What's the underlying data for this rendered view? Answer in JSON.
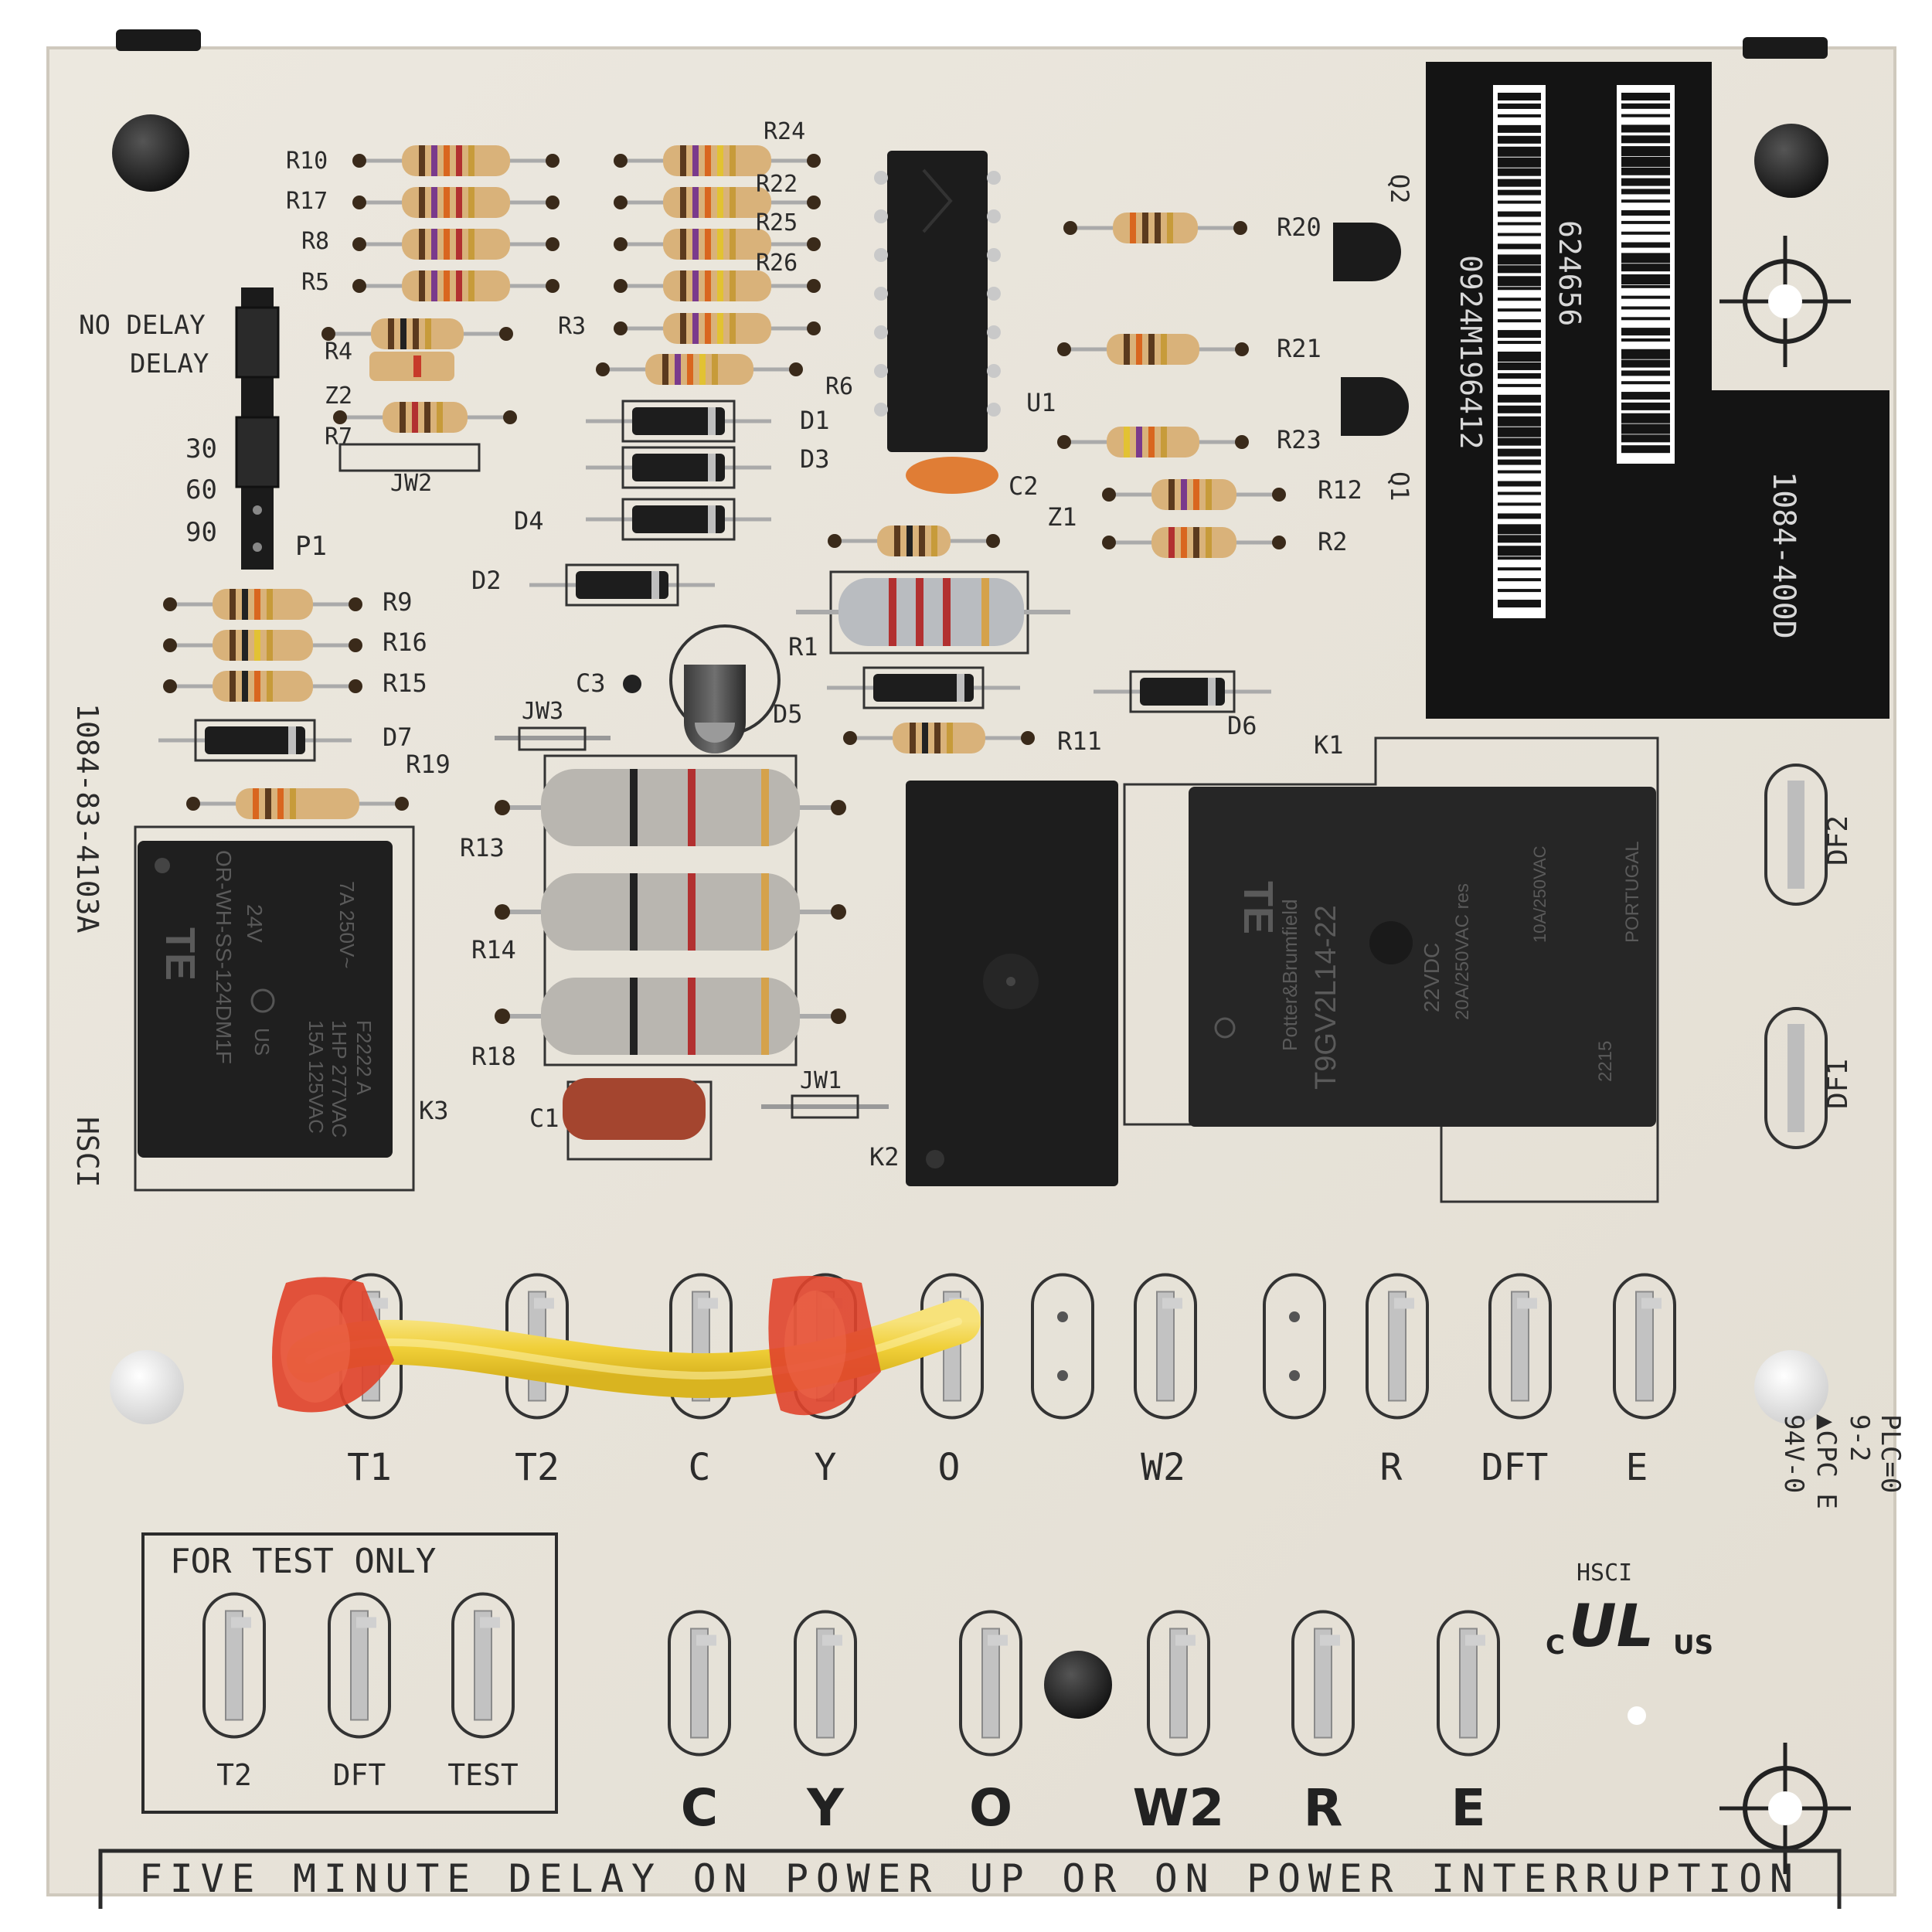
{
  "board": {
    "part_number_side": "1084-83-4103A",
    "maker_side": "HSCI",
    "barcode_number": "624656",
    "barcode_serial": "0924M196412",
    "part_number_label": "1084-400D",
    "bottom_caption": "FIVE MINUTE DELAY ON POWER UP OR ON POWER INTERRUPTION",
    "test_box_title": "FOR TEST ONLY",
    "plc_lines": [
      "PLC=0",
      "9-2",
      "▲CPC E",
      "94V-0"
    ],
    "ul_maker": "HSCI",
    "ul_c": "C",
    "ul_us": "US",
    "ul_mark": "UL"
  },
  "jumper_labels": {
    "no_delay": "NO DELAY",
    "delay": "DELAY",
    "t30": "30",
    "t60": "60",
    "t90": "90",
    "p1": "P1"
  },
  "resistors_left": [
    "R10",
    "R17",
    "R8",
    "R5",
    "R3",
    "R4",
    "Z2",
    "R7"
  ],
  "resistors_mid": [
    "R24",
    "R22",
    "R25",
    "R26",
    "R6"
  ],
  "components": {
    "jw2": "JW2",
    "jw3": "JW3",
    "jw1": "JW1",
    "d1": "D1",
    "d3": "D3",
    "d4": "D4",
    "d2": "D2",
    "d5": "D5",
    "d6": "D6",
    "d7": "D7",
    "r9": "R9",
    "r16": "R16",
    "r15": "R15",
    "r19": "R19",
    "r20": "R20",
    "r21": "R21",
    "r23": "R23",
    "r12": "R12",
    "r2": "R2",
    "r1": "R1",
    "r11": "R11",
    "r13": "R13",
    "r14": "R14",
    "r18": "R18",
    "c1": "C1",
    "c2": "C2",
    "c3": "C3",
    "u1": "U1",
    "z1": "Z1",
    "q1": "Q1",
    "q2": "Q2",
    "k1": "K1",
    "k2": "K2",
    "k3": "K3",
    "df1": "DF1",
    "df2": "DF2"
  },
  "relay_k3": {
    "brand": "TE",
    "model": "OR-WH-SS-124DM1F",
    "coil": "24V",
    "rating1": "15A 125VAC",
    "rating2": "1HP 277VAC",
    "rating3": "7A 250V~",
    "code": "F2222 A",
    "cert": "US"
  },
  "relay_k1": {
    "brand": "TE",
    "sub": "Potter&Brumfield",
    "model": "T9GV2L14-22",
    "coil": "22VDC",
    "rating": "20A/250VAC res",
    "rating2": "10A/250VAC",
    "origin": "PORTUGAL",
    "date": "2215"
  },
  "terminals_top": [
    "T1",
    "T2",
    "C",
    "Y",
    "O",
    "W2",
    "R",
    "DFT",
    "E"
  ],
  "terminals_test": [
    "T2",
    "DFT",
    "TEST"
  ],
  "terminals_bottom": [
    "C",
    "Y",
    "O",
    "W2",
    "R",
    "E"
  ],
  "colors": {
    "board": "#e8e3d9",
    "silkscreen": "#2b2b2b",
    "relay": "#1f1f1f",
    "resistor_body": "#d9b27a",
    "power_resistor": "#b9b6b0",
    "wire": "#f2d64a",
    "wire_nut": "#e0442c"
  }
}
